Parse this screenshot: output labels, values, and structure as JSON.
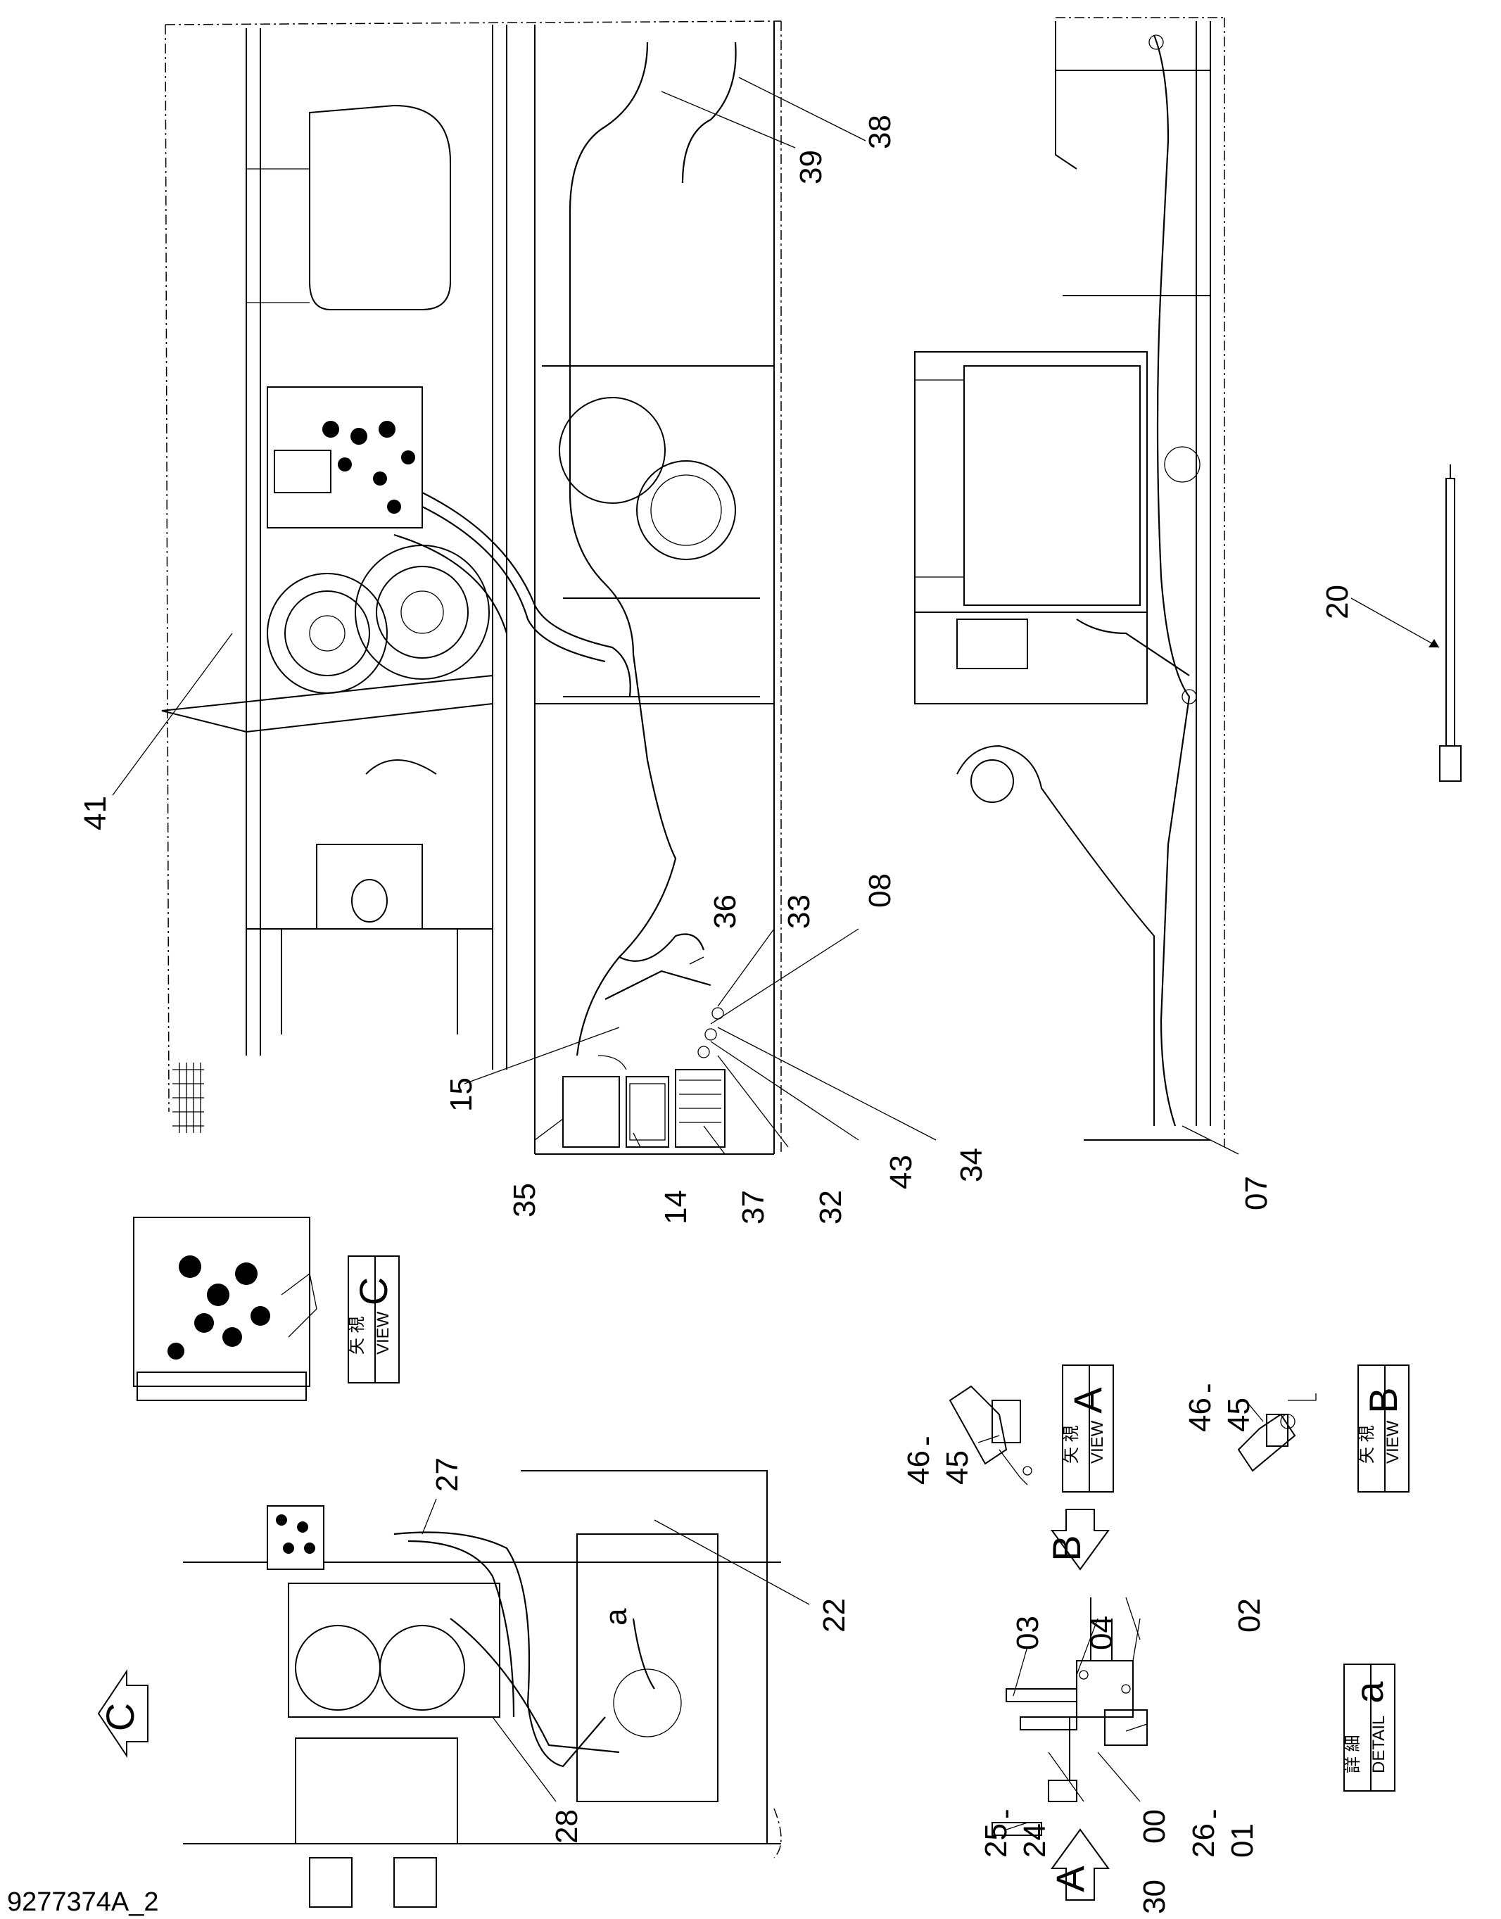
{
  "drawing_id": "9277374A_2",
  "callouts": {
    "c00": "00",
    "c01": "01",
    "c02": "02",
    "c03": "03",
    "c04": "04",
    "c07": "07",
    "c08": "08",
    "c14": "14",
    "c15": "15",
    "c20": "20",
    "c22": "22",
    "c24": "24",
    "c25": "25",
    "c26": "26",
    "c27": "27",
    "c28": "28",
    "c30": "30",
    "c32": "32",
    "c33": "33",
    "c34": "34",
    "c35": "35",
    "c36": "36",
    "c37": "37",
    "c38": "38",
    "c39": "39",
    "c41": "41",
    "c43": "43",
    "c45": "45",
    "c46": "46",
    "dash": "-"
  },
  "view_labels": {
    "view_c": {
      "jp": "矢 視",
      "en": "VIEW",
      "letter": "C"
    },
    "view_a": {
      "jp": "矢 視",
      "en": "VIEW",
      "letter": "A"
    },
    "view_b": {
      "jp": "矢 視",
      "en": "VIEW",
      "letter": "B"
    },
    "detail_a": {
      "jp": "詳 細",
      "en": "DETAIL",
      "letter": "a"
    }
  },
  "arrow_letters": {
    "a": "A",
    "b": "B",
    "c": "C"
  },
  "detail_marker": "a"
}
